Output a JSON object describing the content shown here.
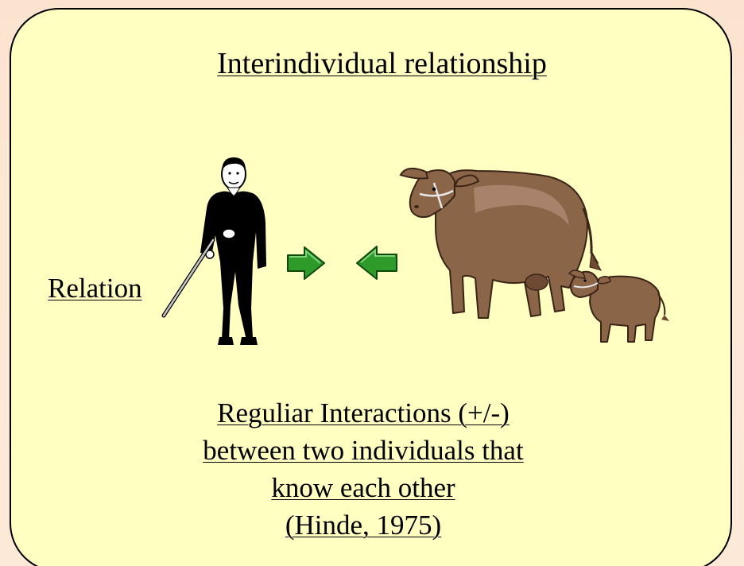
{
  "slide": {
    "title": "Interindividual relationship",
    "relation_label": "Relation",
    "definition_lines": [
      "Reguliar Interactions (+/-)",
      "between two individuals that",
      "know each other",
      "(Hinde, 1975)"
    ]
  },
  "icons": {
    "person": "man-with-cane-icon",
    "arrow_right": "green-arrow-right-icon",
    "arrow_left": "green-arrow-left-icon",
    "cow": "cow-icon",
    "calf": "calf-icon"
  },
  "colors": {
    "background": "#fbe3cf",
    "panel": "#ffffc2",
    "arrow_green": "#2e9a2a",
    "cow_brown": "#8a6548",
    "cow_light": "#a8826a"
  }
}
